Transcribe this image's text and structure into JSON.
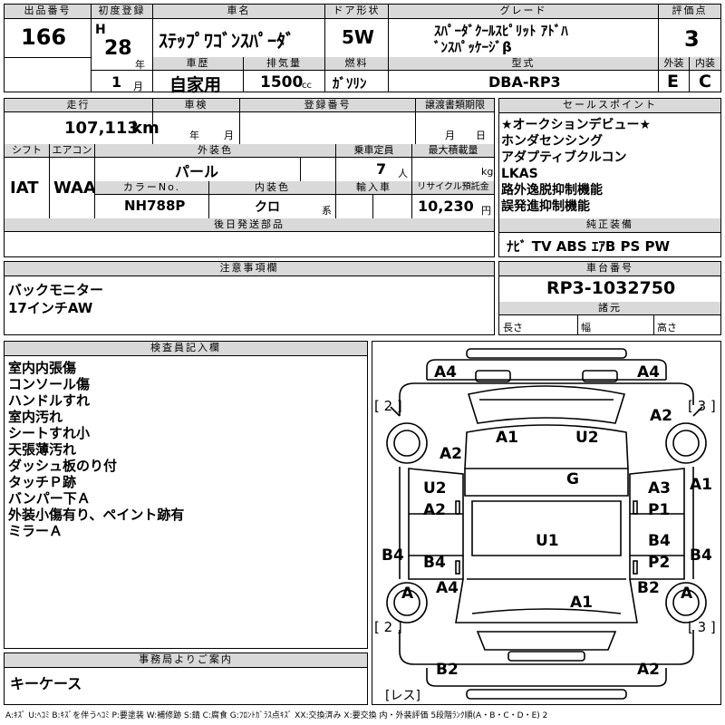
{
  "top": {
    "h_lot": "出品番号",
    "lot": "166",
    "h_first": "初度登録",
    "era": "H",
    "year_num": "28",
    "year_unit": "年",
    "month_num": "1",
    "month_unit": "月",
    "h_car": "車名",
    "car_name": "ｽﾃｯﾌﾟﾜｺﾞﾝｽﾊﾟｰﾀﾞ",
    "h_door": "ドア形状",
    "door": "5W",
    "h_grade": "グレード",
    "grade_1": "ｽﾊﾟｰﾀﾞｸｰﾙｽﾋﾟﾘｯﾄ ｱﾄﾞﾊ",
    "grade_2": "ﾞﾝｽﾊﾟｯｹｰｼﾞβ",
    "h_score": "評価点",
    "score": "3",
    "h_history": "車歴",
    "history": "自家用",
    "h_disp": "排気量",
    "disp": "1500",
    "disp_unit": "cc",
    "h_fuel": "燃料",
    "fuel": "ｶﾞｿﾘﾝ",
    "h_model": "型式",
    "model": "DBA-RP3",
    "h_ext": "外装",
    "ext": "E",
    "h_int": "内装",
    "int": "C"
  },
  "mid": {
    "h_mileage": "走行",
    "mileage": "107,113",
    "mileage_unit": "km",
    "h_inspect": "車検",
    "insp_year": "年",
    "insp_month": "月",
    "h_reg": "登録番号",
    "h_transfer": "譲渡書類期限",
    "tr_month": "月",
    "tr_day": "日",
    "h_shift": "シフト",
    "shift": "IAT",
    "h_ac": "エアコン",
    "ac": "WAA",
    "h_ext_color": "外装色",
    "ext_color": "パール",
    "h_capacity": "乗車定員",
    "capacity": "7",
    "capacity_unit": "人",
    "h_load": "最大積載量",
    "load_unit": "kg",
    "h_color_no": "カラーNo.",
    "color_no": "NH788P",
    "h_int_color": "内装色",
    "int_color": "クロ",
    "int_color_unit": "系",
    "h_import": "輸入車",
    "h_recycle": "リサイクル預託金",
    "recycle": "10,230",
    "recycle_unit": "円",
    "h_later": "後日発送部品"
  },
  "sales": {
    "h_points": "セールスポイント",
    "points": [
      "★オークションデビュー★",
      "ホンダセンシング",
      "アダプティブクルコン",
      "LKAS",
      "路外逸脱抑制機能",
      "誤発進抑制機能"
    ],
    "h_equip": "純正装備",
    "equipment": "ﾅﾋﾞ TV ABS ｴｱB PS PW"
  },
  "notes": {
    "h_notes": "注意事項欄",
    "lines": [
      "バックモニター",
      "17インチAW"
    ]
  },
  "chassis": {
    "h_chassis": "車台番号",
    "number": "RP3-1032750",
    "h_dims": "諸元",
    "len": "長さ",
    "wid": "幅",
    "hei": "高さ"
  },
  "inspector": {
    "h_inspector": "検査員記入欄",
    "lines": [
      "室内内張傷",
      "コンソール傷",
      "ハンドルすれ",
      "室内汚れ",
      "シートすれ小",
      "天張薄汚れ",
      "ダッシュ板のり付",
      "タッチＰ跡",
      "バンパー下Ａ",
      "外装小傷有り、ペイント跡有",
      "ミラーＡ"
    ]
  },
  "office": {
    "h_office": "事務局よりご案内",
    "text": "キーケース"
  },
  "diagram": {
    "labels": [
      "A4",
      "A4",
      "[ 2 ]",
      "[ 3 ]",
      "A2",
      "A1",
      "U2",
      "A2",
      "G",
      "U2",
      "A3",
      "A1",
      "A2",
      "P1",
      "U1",
      "B4",
      "B4",
      "B4",
      "P2",
      "B4",
      "A",
      "A4",
      "A1",
      "B2",
      "A",
      "[ 2 ]",
      "[ 3 ]",
      "B2",
      "A2",
      "[レス]"
    ]
  },
  "legend": "A:ｷｽﾞ U:ﾍｺﾐ B:ｷｽﾞを伴うﾍｺﾐ P:要塗装 W:補修跡 S:錆 C:腐食 G:ﾌﾛﾝﾄｶﾞﾗｽ点ｷｽﾞ XX:交換済み X:要交換 内・外装評価 5段階ﾗﾝｸ順(A・B・C・D・E) 2"
}
